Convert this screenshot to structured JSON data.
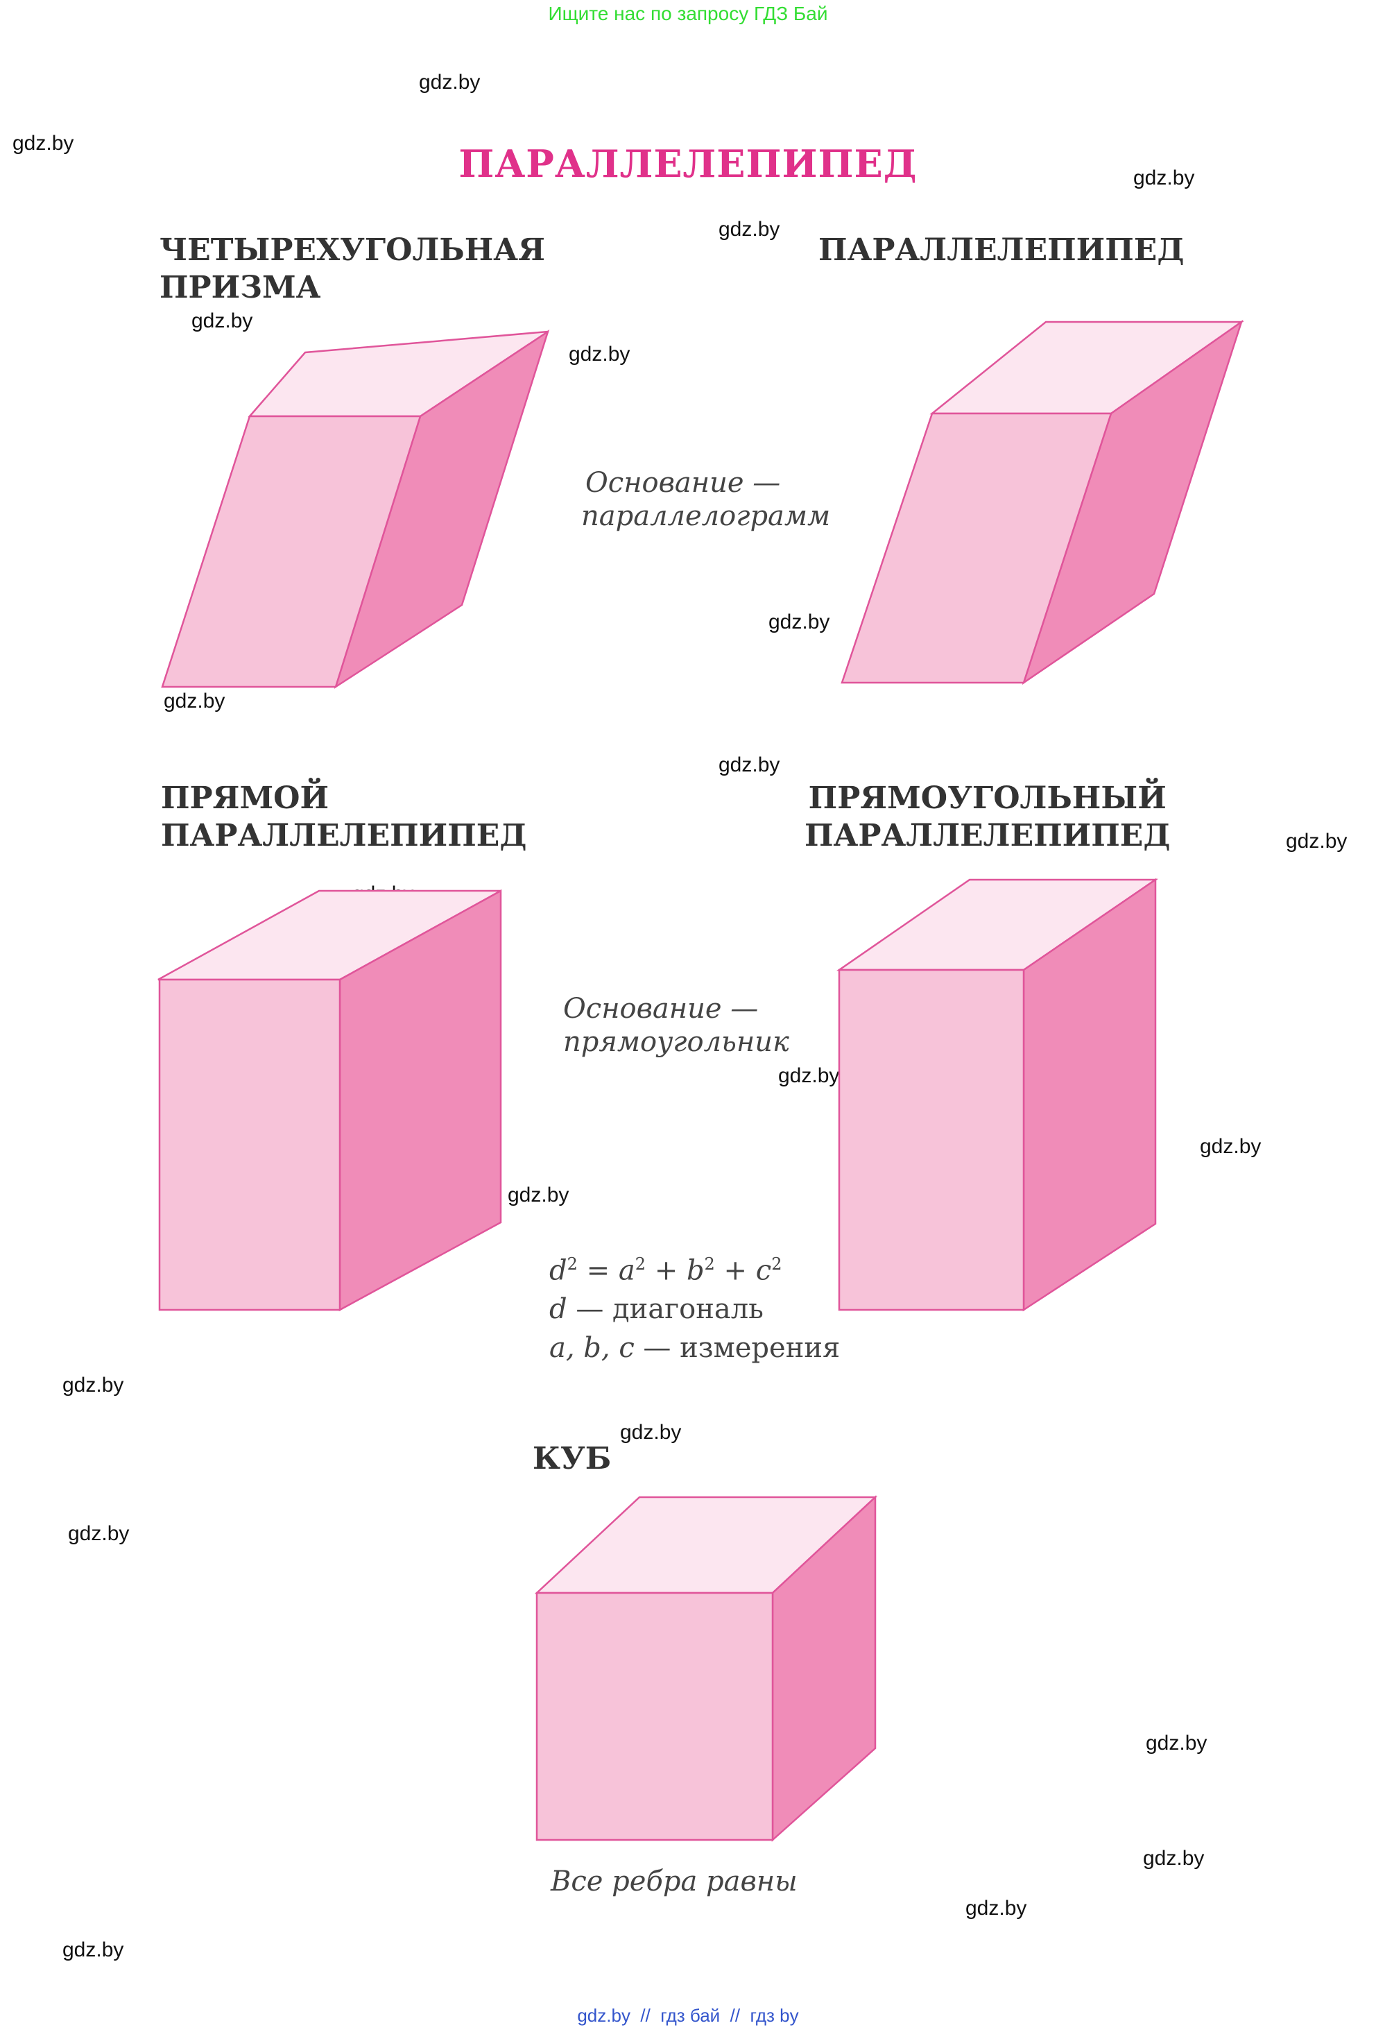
{
  "banner": "Ищите нас по запросу ГДЗ Бай",
  "title": "ПАРАЛЛЕЛЕПИПЕД",
  "sections": {
    "quad_prism": {
      "line1": "ЧЕТЫРЕХУГОЛЬНАЯ",
      "line2": "ПРИЗМА"
    },
    "parallelepiped": {
      "line1": "ПАРАЛЛЕЛЕПИПЕД"
    },
    "base_parallelogram": {
      "line1": "Основание —",
      "line2": "параллелограмм"
    },
    "right_parallelepiped": {
      "line1": "ПРЯМОЙ",
      "line2": "ПАРАЛЛЕЛЕПИПЕД"
    },
    "rect_parallelepiped": {
      "line1": "ПРЯМОУГОЛЬНЫЙ",
      "line2": "ПАРАЛЛЕЛЕПИПЕД"
    },
    "base_rectangle": {
      "line1": "Основание —",
      "line2": "прямоугольник"
    },
    "formula": {
      "d": "d",
      "a": "a",
      "b": "b",
      "c": "c",
      "exp": "2",
      "eq": " = ",
      "plus": " + ",
      "diag_text": " — диагональ",
      "dims_vars": "a, b, c",
      "dims_text": " — измерения"
    },
    "cube": {
      "label": "КУБ",
      "note": "Все ребра равны"
    }
  },
  "watermark": "gdz.by",
  "footer": "gdz.by  //  гдз бай  //  гдз by"
}
